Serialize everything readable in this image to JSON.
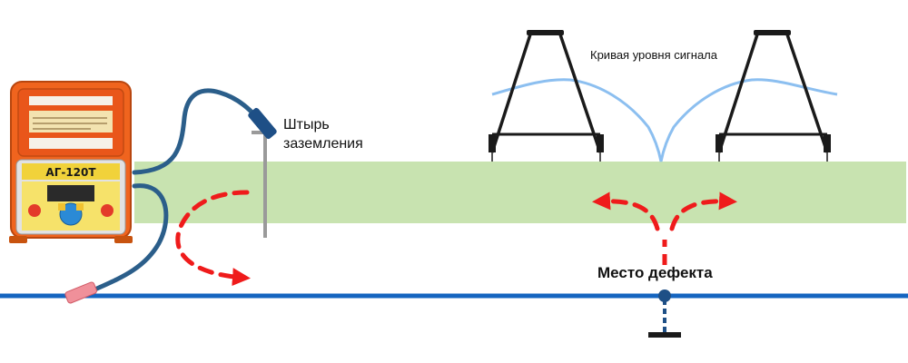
{
  "labels": {
    "ground_rod": [
      "Штырь",
      "заземления"
    ],
    "signal_curve": "Кривая уровня сигнала",
    "defect_location": "Место дефекта"
  },
  "device": {
    "model": "АГ-120Т"
  },
  "colors": {
    "ground_band": "#c8e3b0",
    "cable": "#1565c0",
    "lead_wire": "#2b5e8a",
    "current_path": "#ef1b1b",
    "signal_curve": "#8cbff0",
    "frame": "#1a1a1a",
    "device_body": "#f0641e"
  }
}
